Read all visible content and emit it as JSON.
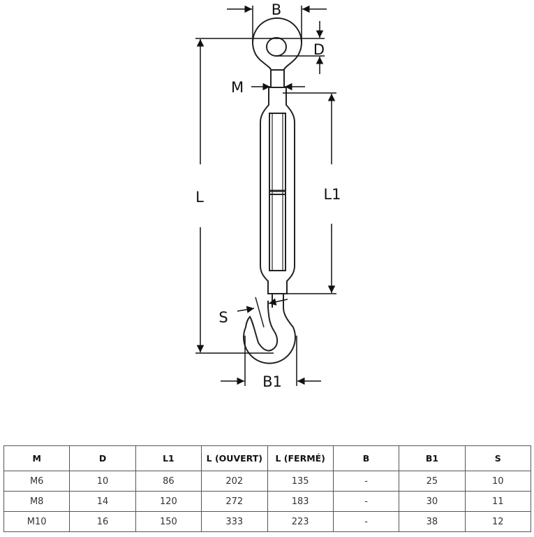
{
  "diagram": {
    "labels": {
      "B": "B",
      "D": "D",
      "M": "M",
      "L": "L",
      "L1": "L1",
      "S": "S",
      "B1": "B1"
    }
  },
  "table": {
    "headers": [
      "M",
      "D",
      "L1",
      "L (OUVERT)",
      "L (FERMÉ)",
      "B",
      "B1",
      "S"
    ],
    "rows": [
      [
        "M6",
        "10",
        "86",
        "202",
        "135",
        "-",
        "25",
        "10"
      ],
      [
        "M8",
        "14",
        "120",
        "272",
        "183",
        "-",
        "30",
        "11"
      ],
      [
        "M10",
        "16",
        "150",
        "333",
        "223",
        "-",
        "38",
        "12"
      ]
    ]
  }
}
